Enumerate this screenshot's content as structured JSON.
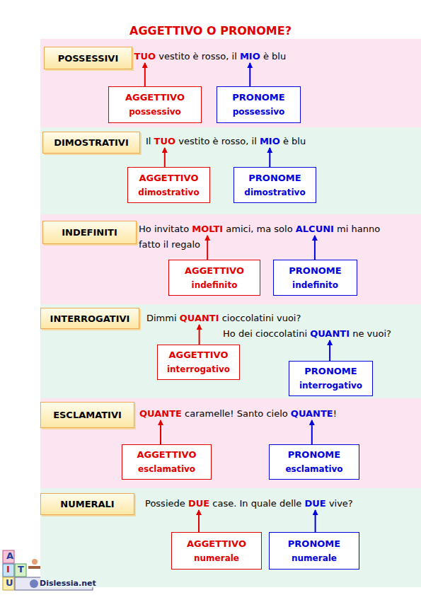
{
  "diagram": {
    "title": "AGGETTIVO O PRONOME?",
    "nodes": [
      {
        "text": [
          "Il TUO vestito è rosso, il MIO è blu"
        ]
      },
      {
        "text": [
          "POSSESSIVI"
        ],
        "in": 0
      },
      {
        "text": [
          "AGGETTIVO",
          "possessivo"
        ],
        "in": 0
      },
      {
        "text": [
          "PRONOME",
          "possessivo"
        ],
        "in": 0
      },
      {
        "text": [
          "Il TUO vestito è rosso, il MIO è blu"
        ]
      },
      {
        "text": [
          "DIMOSTRATIVI"
        ],
        "in": 4
      },
      {
        "text": [
          "AGGETTIVO",
          "dimostrativo"
        ],
        "in": 4
      },
      {
        "text": [
          "PRONOME",
          "dimostrativo"
        ],
        "in": 4
      },
      {
        "text": [
          "Ho invitato MOLTI amici, ma solo ALCUNI mi hanno fatto il regalo"
        ]
      },
      {
        "text": [
          "INDEFINITI"
        ],
        "in": 8
      },
      {
        "text": [
          "AGGETTIVO",
          "indefinito"
        ],
        "in": 8
      },
      {
        "text": [
          "PRONOME",
          "indefinito"
        ],
        "in": 8
      },
      {
        "text": [
          "Dimmi QUANTI cioccolatini vuoi?",
          "Ho dei cioccolatini QUANTI ne vuoi?"
        ]
      },
      {
        "text": [
          "INTERROGATIVI"
        ],
        "in": 12
      },
      {
        "text": [
          "AGGETTIVO",
          "interrogativo"
        ],
        "in": 12
      },
      {
        "text": [
          "PRONOME",
          "interrogativo"
        ],
        "in": 12
      },
      {
        "text": [
          "QUANTE caramelle! Santo cielo QUANTE!"
        ]
      },
      {
        "text": [
          "ESCLAMATIVI"
        ],
        "in": 16
      },
      {
        "text": [
          "AGGETTIVO",
          "esclamativo"
        ],
        "in": 16
      },
      {
        "text": [
          "PRONOME",
          "esclamativo"
        ],
        "in": 16
      },
      {
        "text": [
          "Possiede DUE case. In quale delle DUE vive?"
        ]
      },
      {
        "text": [
          "NUMERALI"
        ],
        "in": 20
      },
      {
        "text": [
          "AGGETTIVO",
          "numerale"
        ],
        "in": 20
      },
      {
        "text": [
          "PRONOME",
          "numerale"
        ],
        "in": 20
      }
    ],
    "labels": [
      "A",
      "I",
      "T",
      "U",
      "Dislessia.net"
    ]
  }
}
